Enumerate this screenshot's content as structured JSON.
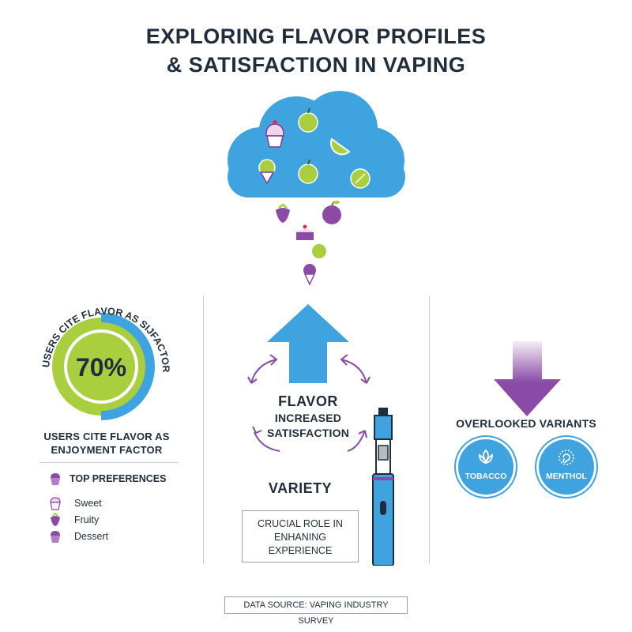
{
  "title": {
    "line1": "EXPLORING FLAVOR PROFILES",
    "line2": "& SATISFACTION IN VAPING"
  },
  "stat": {
    "value": "70%",
    "percent": 70,
    "ring_label": "USERS CITE FLAVOR AS SIJFACTOR",
    "caption_line1": "USERS CITE FLAVOR AS",
    "caption_line2": "ENJOYMENT FACTOR"
  },
  "preferences": {
    "heading": "TOP PREFERENCES",
    "items": [
      {
        "label": "Sweet",
        "icon": "cupcake-icon"
      },
      {
        "label": "Fruity",
        "icon": "strawberry-icon"
      },
      {
        "label": "Dessert",
        "icon": "cupcake-icon"
      }
    ]
  },
  "center": {
    "flavor": "FLAVOR",
    "increased": "INCREASED",
    "satisfaction": "SATISFACTION",
    "variety": "VARIETY",
    "box_line1": "CRUCIAL ROLE IN",
    "box_line2": "ENHANING",
    "box_line3": "EXPERIENCE"
  },
  "overlooked": {
    "heading": "OVERLOOKED VARIANTS",
    "variants": [
      {
        "label": "TOBACCO",
        "icon": "leaf-icon"
      },
      {
        "label": "MENTHOL",
        "icon": "swirl-icon"
      }
    ]
  },
  "source": "DATA SOURCE: VAPING INDUSTRY SURVEY",
  "colors": {
    "blue": "#3ea3df",
    "green": "#a9cf3f",
    "purple": "#8b4aa6",
    "navy": "#1f2d3d"
  }
}
